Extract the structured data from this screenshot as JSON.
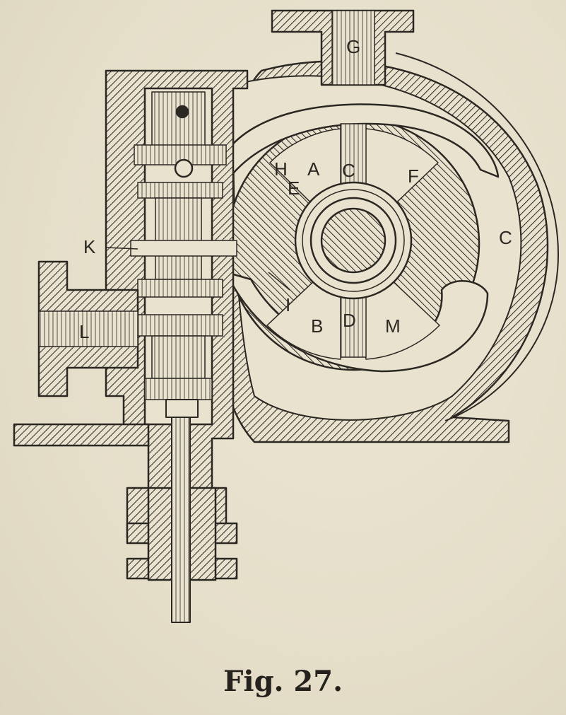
{
  "figure": {
    "caption": "Fig. 27.",
    "labels": {
      "G": "G",
      "H": "H",
      "E": "E",
      "A": "A",
      "C_upper": "C",
      "F": "F",
      "C_right": "C",
      "K": "K",
      "L": "L",
      "I": "I",
      "B": "B",
      "D": "D",
      "M": "M"
    }
  },
  "colors": {
    "paper": "#e7e0cd",
    "ink": "#2b2722"
  }
}
